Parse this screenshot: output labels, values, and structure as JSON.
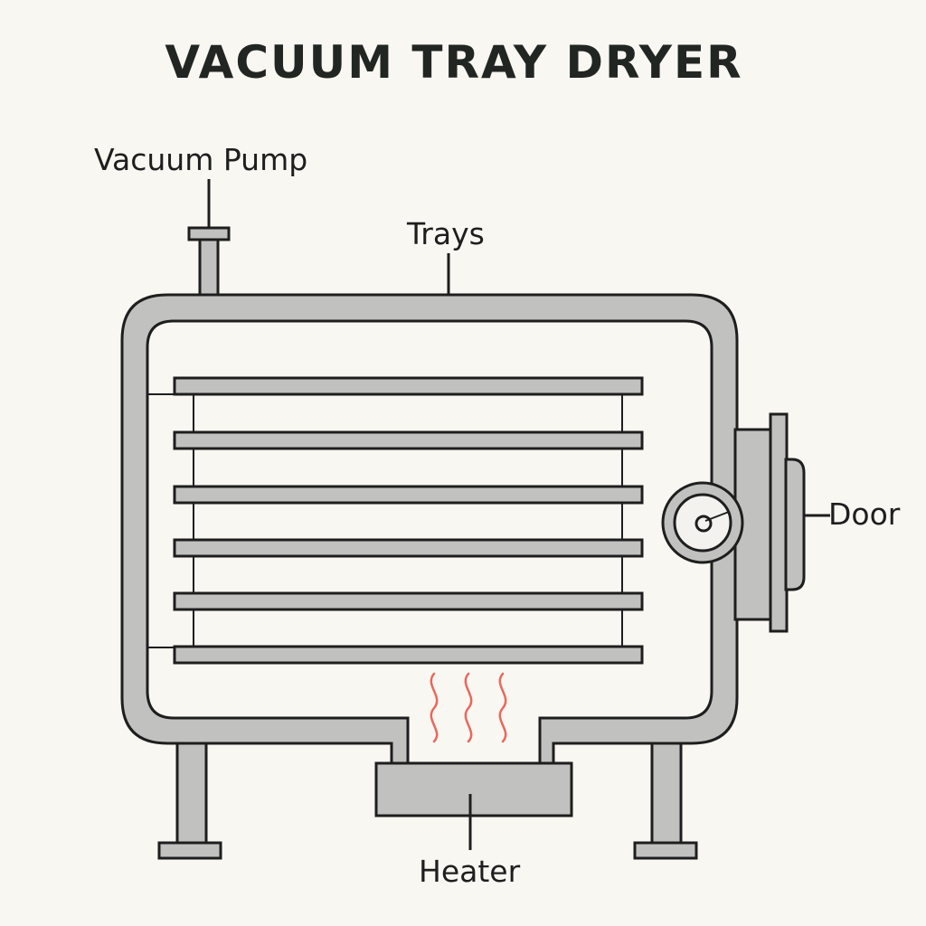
{
  "title": "VACUUM TRAY DRYER",
  "labels": {
    "vacuum_pump": "Vacuum Pump",
    "trays": "Trays",
    "door": "Door",
    "heater": "Heater"
  },
  "colors": {
    "background": "#f8f7f2",
    "metal": "#c1c1bf",
    "outline": "#1e1e1e",
    "heat_waves": "#e8685c"
  }
}
